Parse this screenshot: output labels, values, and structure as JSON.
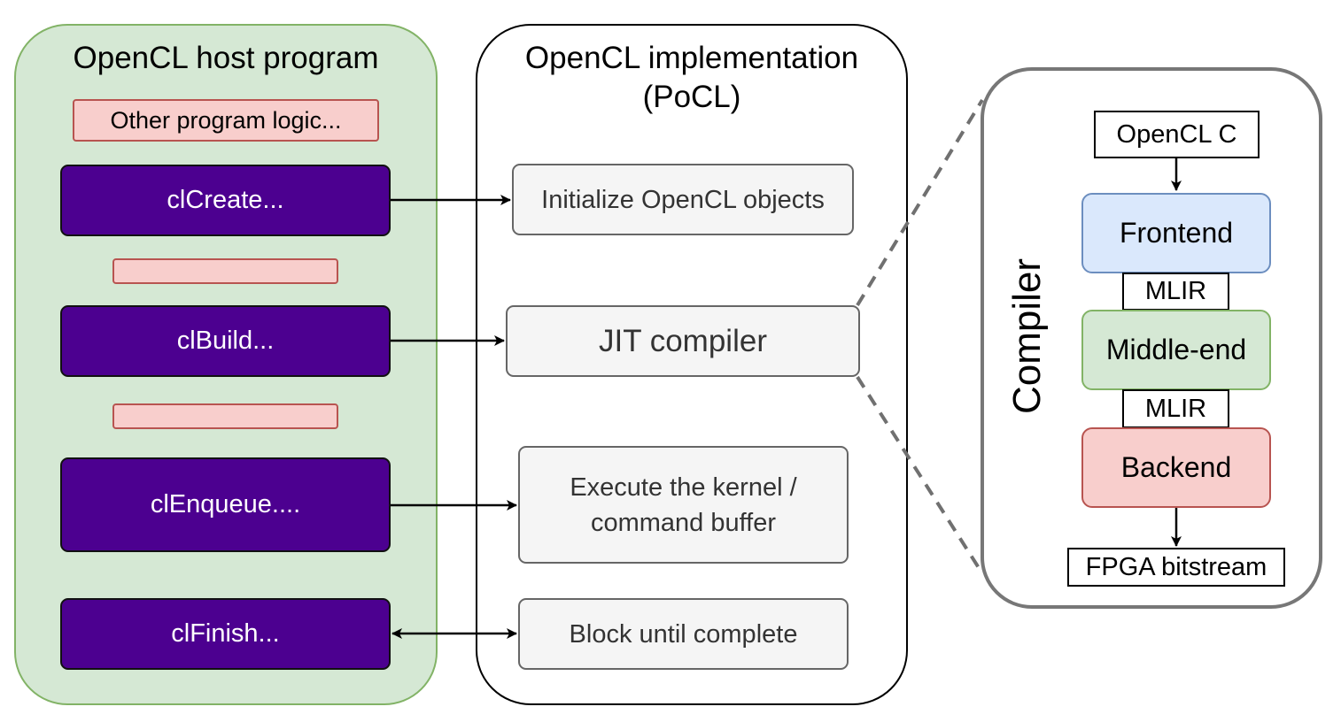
{
  "host": {
    "title": "OpenCL host program",
    "other_logic": "Other program logic...",
    "calls": {
      "create": "clCreate...",
      "build": "clBuild...",
      "enqueue": "clEnqueue....",
      "finish": "clFinish..."
    }
  },
  "implementation": {
    "title_line1": "OpenCL implementation",
    "title_line2": "(PoCL)",
    "steps": {
      "init": "Initialize OpenCL objects",
      "jit": "JIT compiler",
      "execute_line1": "Execute the kernel /",
      "execute_line2": "command buffer",
      "block": "Block until complete"
    }
  },
  "compiler": {
    "label": "Compiler",
    "input": "OpenCL C",
    "frontend": "Frontend",
    "ir1": "MLIR",
    "middle": "Middle-end",
    "ir2": "MLIR",
    "backend": "Backend",
    "output": "FPGA bitstream"
  },
  "colors": {
    "host_fill": "#d5e8d4",
    "call_fill": "#4c0090",
    "logic_fill": "#f8cecc",
    "step_fill": "#f5f5f5",
    "frontend_fill": "#dae8fc",
    "middle_fill": "#d5e8d4",
    "backend_fill": "#f8cecc"
  }
}
